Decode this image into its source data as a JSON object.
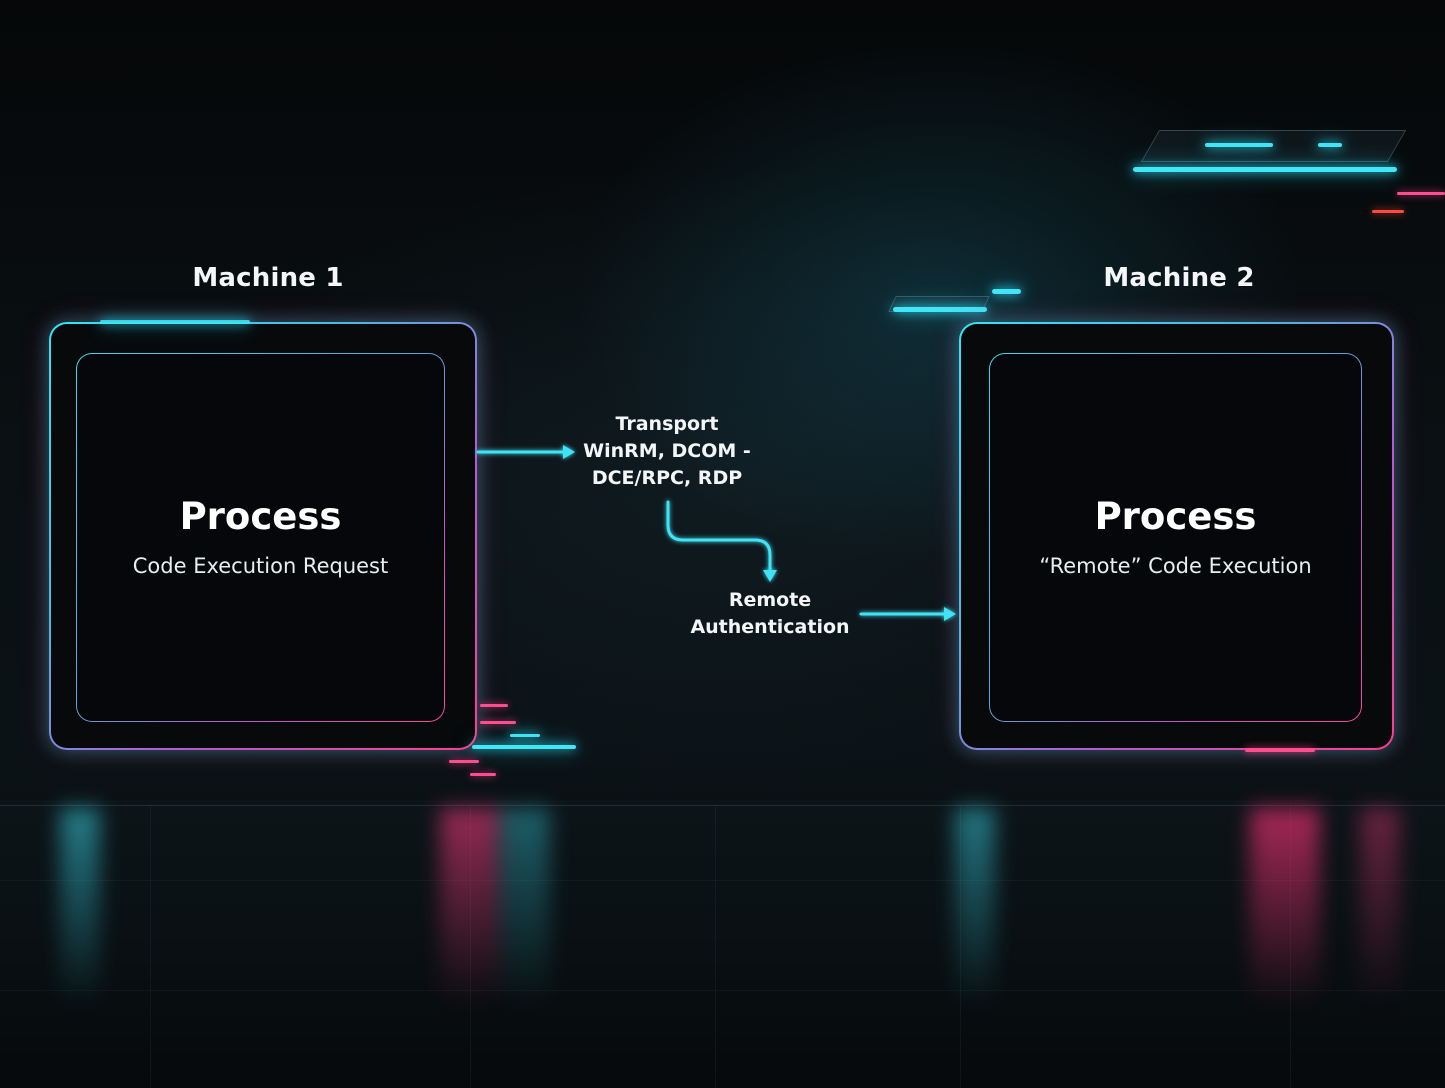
{
  "machine1": {
    "title": "Machine 1",
    "process_title": "Process",
    "process_subtitle": "Code Execution Request"
  },
  "machine2": {
    "title": "Machine 2",
    "process_title": "Process",
    "process_subtitle": "“Remote” Code Execution"
  },
  "transport": {
    "line1": "Transport",
    "line2": "WinRM, DCOM -",
    "line3": "DCE/RPC, RDP"
  },
  "authentication": {
    "line1": "Remote",
    "line2": "Authentication"
  },
  "colors": {
    "accent_cyan": "#41e6f7",
    "accent_pink": "#ff4d8f",
    "background": "#06090c"
  }
}
